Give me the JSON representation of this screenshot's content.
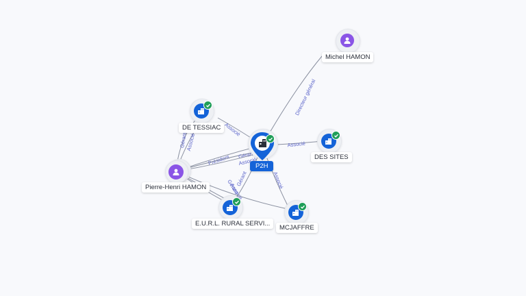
{
  "diagram": {
    "center": {
      "label": "P2H",
      "icon": "building-icon",
      "verified": true
    },
    "nodes": [
      {
        "id": "michel",
        "label": "Michel HAMON",
        "type": "person",
        "icon": "person-icon",
        "verified": false
      },
      {
        "id": "tessiac",
        "label": "DE TESSIAC",
        "type": "company",
        "icon": "building-icon",
        "verified": true
      },
      {
        "id": "dessites",
        "label": "DES SITES",
        "type": "company",
        "icon": "building-icon",
        "verified": true
      },
      {
        "id": "pierre",
        "label": "Pierre-Henri HAMON",
        "type": "person",
        "icon": "person-icon",
        "verified": false
      },
      {
        "id": "eurl",
        "label": "E.U.R.L. RURAL SERVI...",
        "type": "company",
        "icon": "building-icon",
        "verified": true
      },
      {
        "id": "mcjaffre",
        "label": "MCJAFFRE",
        "type": "company",
        "icon": "building-icon",
        "verified": true
      }
    ],
    "edges": [
      {
        "from": "michel",
        "to": "center",
        "label": "Directeur général"
      },
      {
        "from": "center",
        "to": "tessiac",
        "label": "Associé"
      },
      {
        "from": "center",
        "to": "dessites",
        "label": "Associé"
      },
      {
        "from": "center",
        "to": "mcjaffre",
        "label": "Associé"
      },
      {
        "from": "pierre",
        "to": "center",
        "label": "Président"
      },
      {
        "from": "pierre",
        "to": "tessiac",
        "label": "Gérant"
      },
      {
        "from": "pierre",
        "to": "tessiac",
        "label": "Associé"
      },
      {
        "from": "pierre",
        "to": "center",
        "label": "Gérant"
      },
      {
        "from": "pierre",
        "to": "center",
        "label": "Associé"
      },
      {
        "from": "center",
        "to": "eurl",
        "label": "Gérant"
      },
      {
        "from": "pierre",
        "to": "eurl",
        "label": "Gérant"
      },
      {
        "from": "pierre",
        "to": "eurl",
        "label": "Associé"
      },
      {
        "from": "pierre",
        "to": "mcjaffre",
        "label": ""
      }
    ]
  }
}
